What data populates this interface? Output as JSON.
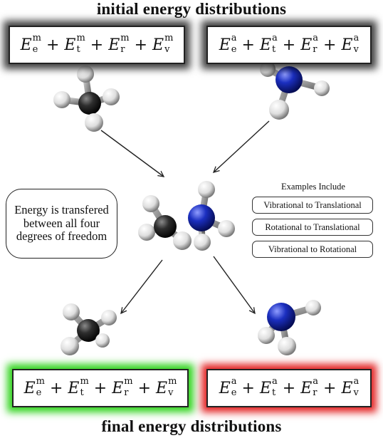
{
  "titles": {
    "top": "initial energy distributions",
    "bottom": "final energy distributions"
  },
  "equations": {
    "methane": {
      "superscript": "m",
      "terms": [
        {
          "symbol": "E",
          "sub": "e"
        },
        {
          "symbol": "E",
          "sub": "t"
        },
        {
          "symbol": "E",
          "sub": "r"
        },
        {
          "symbol": "E",
          "sub": "v"
        }
      ],
      "operator": "+"
    },
    "ammonia": {
      "superscript": "a",
      "terms": [
        {
          "symbol": "E",
          "sub": "e"
        },
        {
          "symbol": "E",
          "sub": "t"
        },
        {
          "symbol": "E",
          "sub": "r"
        },
        {
          "symbol": "E",
          "sub": "v"
        }
      ],
      "operator": "+"
    }
  },
  "glow_colors": {
    "initial": "#000000",
    "final_methane": "#28d214",
    "final_ammonia": "#e11919"
  },
  "atom_colors": {
    "carbon": "#2a2a2a",
    "nitrogen": "#1b2fc0",
    "hydrogen": "#eeeeee"
  },
  "callout": {
    "text": "Energy is transfered between all four degrees of freedom"
  },
  "examples": {
    "heading": "Examples Include",
    "items": [
      "Vibrational to Translational",
      "Rotational to Translational",
      "Vibrational to Rotational"
    ]
  }
}
